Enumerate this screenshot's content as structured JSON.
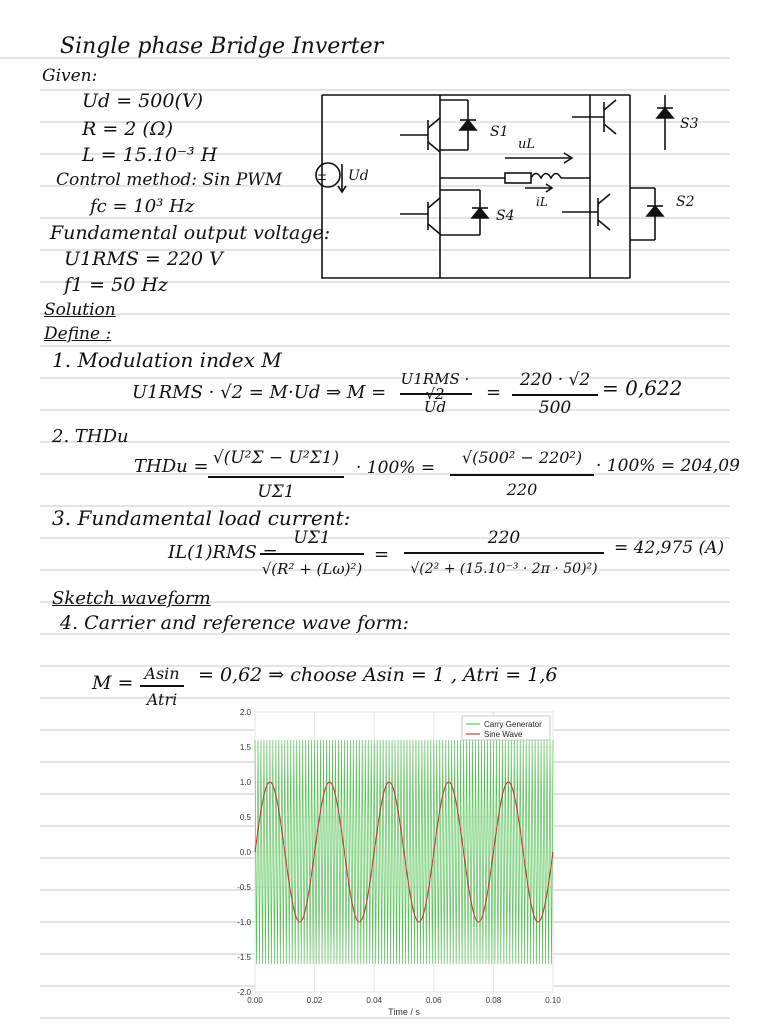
{
  "notes": {
    "title": "Single phase Bridge Inverter",
    "given": "Given:",
    "ud": "Ud = 500(V)",
    "r": "R = 2 (Ω)",
    "l": "L = 15.10⁻³ H",
    "control": "Control method: Sin PWM",
    "fc": "fc = 10³ Hz",
    "fund_label": "Fundamental output voltage:",
    "u1rms": "U1RMS = 220 V",
    "f1": "f1 = 50 Hz",
    "solution": "Solution",
    "define": "Define :",
    "step1": "1. Modulation index M",
    "eq1_left": "U1RMS · √2 = M·Ud  ⇒  M =",
    "eq1_num1": "U1RMS · √2",
    "eq1_den1": "Ud",
    "eq1_eq": "=",
    "eq1_num2": "220 · √2",
    "eq1_den2": "500",
    "eq1_result": "= 0,622",
    "step2": "2. THDu",
    "eq2_left": "THDu =",
    "eq2_num1": "√(U²Σ − U²Σ1)",
    "eq2_den1": "UΣ1",
    "eq2_mid": "· 100% =",
    "eq2_num2": "√(500² − 220²)",
    "eq2_den2": "220",
    "eq2_result": "· 100% = 204,09",
    "step3": "3. Fundamental load current:",
    "eq3_left": "IL(1)RMS =",
    "eq3_num1": "UΣ1",
    "eq3_den1": "√(R² + (Lω)²)",
    "eq3_eq": "=",
    "eq3_num2": "220",
    "eq3_den2": "√(2² + (15.10⁻³ · 2π · 50)²)",
    "eq3_result": "= 42,975 (A)",
    "sketch": "Sketch waveform",
    "step4": "4. Carrier and reference wave form:",
    "eq4_left": "M =",
    "eq4_num": "Asin",
    "eq4_den": "Atri",
    "eq4_right": "= 0,62 ⇒ choose Asin = 1 , Atri = 1,6"
  },
  "circuit": {
    "ud_label": "Ud",
    "s1": "S1",
    "s2": "S2",
    "s3": "S3",
    "s4": "S4",
    "ul": "uL",
    "il": "iL"
  },
  "chart_data": {
    "type": "line",
    "title": "",
    "xlabel": "Time / s",
    "ylabel": "",
    "xlim": [
      0,
      0.1
    ],
    "ylim": [
      -2.0,
      2.0
    ],
    "xticks": [
      "0.00",
      "0.02",
      "0.04",
      "0.06",
      "0.08",
      "0.10"
    ],
    "yticks": [
      "2.0",
      "1.5",
      "1.0",
      "0.5",
      "0.0",
      "-0.5",
      "-1.0",
      "-1.5",
      "-2.0"
    ],
    "grid": true,
    "legend_position": "top-right",
    "series": [
      {
        "name": "Carry Generator",
        "kind": "triangle",
        "amplitude": 1.6,
        "frequency_hz": 1000,
        "color": "#55c455"
      },
      {
        "name": "Sine Wave",
        "kind": "sine",
        "amplitude": 1.0,
        "frequency_hz": 50,
        "color": "#c43c3c"
      }
    ]
  }
}
